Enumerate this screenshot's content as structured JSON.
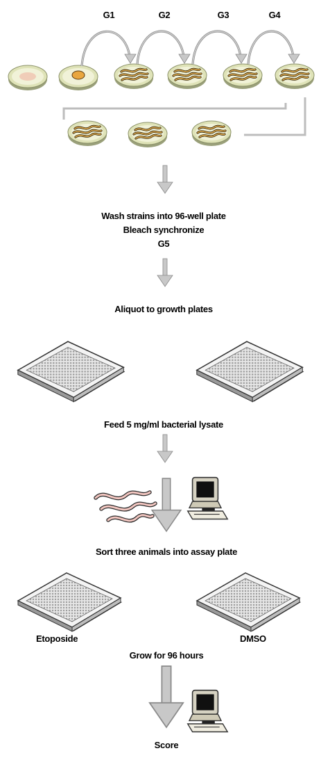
{
  "generations": [
    "G1",
    "G2",
    "G3",
    "G4"
  ],
  "steps": {
    "wash": "Wash strains into 96-well plate",
    "bleach": "Bleach synchronize",
    "g5": "G5",
    "aliquot": "Aliquot to growth plates",
    "feed": "Feed 5 mg/ml bacterial lysate",
    "sort": "Sort three animals into assay plate",
    "grow": "Grow for 96 hours",
    "score": "Score"
  },
  "treatments": {
    "left": "Etoposide",
    "right": "DMSO"
  },
  "colors": {
    "arrow": "#b8b8b8",
    "arrow_stroke": "#8c8c8c",
    "dish_fill": "#eef0d0",
    "dish_rim": "#c9cfa8",
    "worm": "#e3b25a",
    "worm_dark": "#3b2a12",
    "plate": "#dcdcdc",
    "plate_dark": "#4a4a4a",
    "worm_pink": "#f2c6c0"
  },
  "icons": [
    "petri-dish-icon",
    "worm-icon",
    "multiwell-plate-icon",
    "computer-icon",
    "down-arrow-icon"
  ]
}
